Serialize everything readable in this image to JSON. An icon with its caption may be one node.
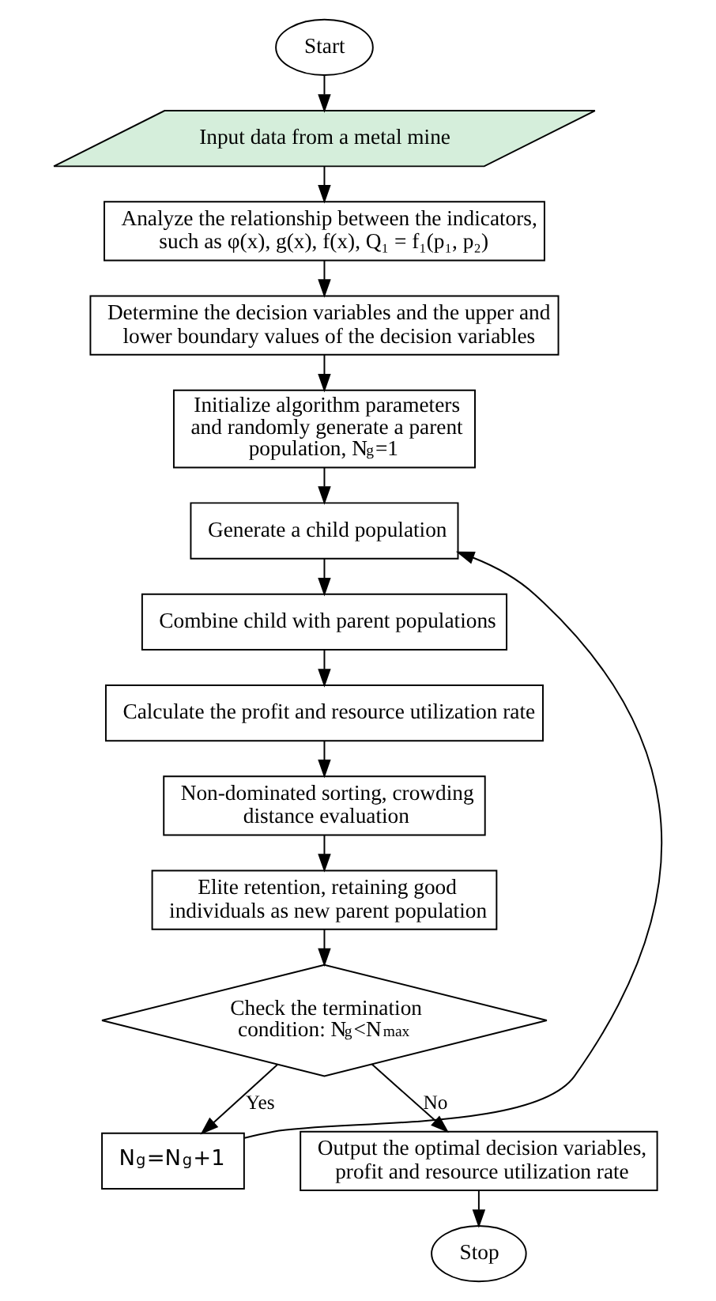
{
  "diagram": {
    "nodes": [
      {
        "text": [
          "Start"
        ]
      },
      {
        "text": [
          "Input data from a metal mine"
        ]
      },
      {
        "text": [
          "Analyze the relationship between the indicators, such as φ(x), g(x), f(x), Q₁ = f₁(p₁, p₂)"
        ]
      },
      {
        "text": [
          "Determine the decision variables and the upper and lower boundary values of the decision variables"
        ]
      },
      {
        "text": [
          "Initialize algorithm parameters and randomly generate a parent population, N$_{g}$=1"
        ]
      },
      {
        "text": [
          "Generate a child population"
        ]
      },
      {
        "text": [
          "Combine child with parent populations"
        ]
      },
      {
        "text": [
          "Calculate the profit and resource utilization rate"
        ]
      },
      {
        "text": [
          "Non-dominated sorting, crowding distance evaluation"
        ]
      },
      {
        "text": [
          "Elite retention, retaining good individuals as new parent population"
        ]
      },
      {
        "text": [
          "Check the termination condition: N$_{g}$<N$_{max}$"
        ]
      },
      {
        "text": [
          "N$_{g}$=N$_{g}$+1"
        ]
      },
      {
        "text": [
          "Output the optimal decision variables, profit and resource utilization rate"
        ]
      },
      {
        "text": [
          "Stop"
        ]
      }
    ],
    "edges": [
      {
        "from": 0,
        "to": 1,
        "arrow": "to"
      },
      {
        "from": 1,
        "to": 2,
        "arrow": "to"
      },
      {
        "from": 2,
        "to": 3,
        "arrow": "to"
      },
      {
        "from": 3,
        "to": 4,
        "arrow": "to"
      },
      {
        "from": 4,
        "to": 5,
        "arrow": "to"
      },
      {
        "from": 5,
        "to": 6,
        "arrow": "to"
      },
      {
        "from": 6,
        "to": 7,
        "arrow": "to"
      },
      {
        "from": 7,
        "to": 8,
        "arrow": "to"
      },
      {
        "from": 8,
        "to": 9,
        "arrow": "to"
      },
      {
        "from": 9,
        "to": 10,
        "arrow": "to"
      },
      {
        "from": 10,
        "to": 11,
        "arrow": "to",
        "label": "Yes"
      },
      {
        "from": 11,
        "to": 5,
        "arrow": "to"
      },
      {
        "from": 10,
        "to": 12,
        "arrow": "to",
        "label": "No"
      },
      {
        "from": 12,
        "to": 13,
        "arrow": "to"
      }
    ]
  }
}
